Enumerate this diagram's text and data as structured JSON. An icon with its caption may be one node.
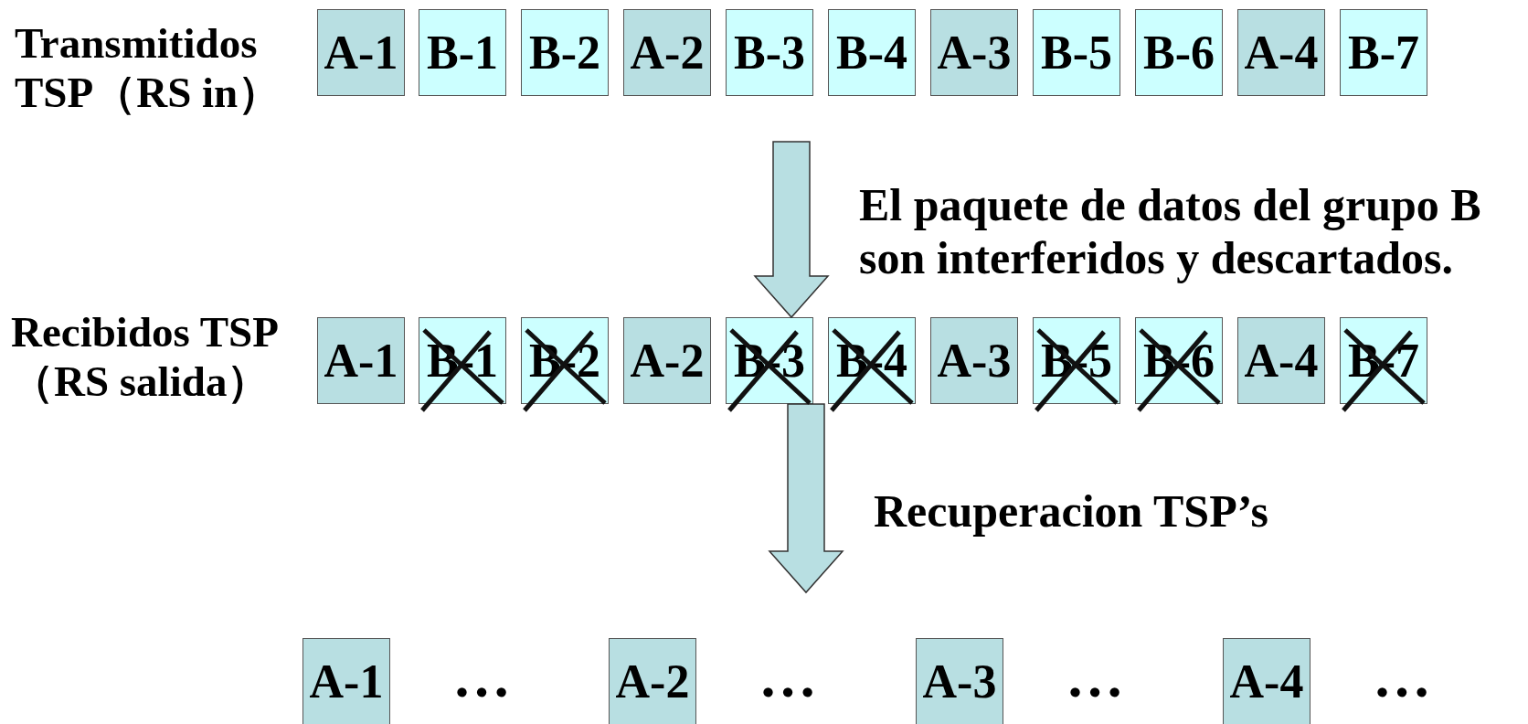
{
  "diagram": {
    "nodes": [
      {
        "text": [
          "A-1"
        ]
      },
      {
        "text": [
          "B-1"
        ]
      },
      {
        "text": [
          "B-2"
        ]
      },
      {
        "text": [
          "A-2"
        ]
      },
      {
        "text": [
          "B-3"
        ]
      },
      {
        "text": [
          "B-4"
        ]
      },
      {
        "text": [
          "A-3"
        ]
      },
      {
        "text": [
          "B-5"
        ]
      },
      {
        "text": [
          "B-6"
        ]
      },
      {
        "text": [
          "A-4"
        ]
      },
      {
        "text": [
          "B-7"
        ]
      },
      {
        "text": [
          "A-1"
        ]
      },
      {
        "text": [
          "B-1"
        ]
      },
      {
        "text": [
          "B-2"
        ]
      },
      {
        "text": [
          "A-2"
        ]
      },
      {
        "text": [
          "B-3"
        ]
      },
      {
        "text": [
          "B-4"
        ]
      },
      {
        "text": [
          "A-3"
        ]
      },
      {
        "text": [
          "B-5"
        ]
      },
      {
        "text": [
          "B-6"
        ]
      },
      {
        "text": [
          "A-4"
        ]
      },
      {
        "text": [
          "B-7"
        ]
      },
      {
        "text": [
          "A-1"
        ]
      },
      {
        "text": [
          "A-2"
        ]
      },
      {
        "text": [
          "A-3"
        ]
      },
      {
        "text": [
          "A-4"
        ]
      }
    ],
    "edges": [
      {
        "from": null,
        "to": 15,
        "arrow": "to",
        "label": "El paquete de datos del grupo B son interferidos y descartados."
      },
      {
        "from": 15,
        "to": null,
        "arrow": "to",
        "label": "Recuperacion TSP’s"
      }
    ],
    "labels": [
      "Transmitidos TSP（RS in）",
      "Recibidos TSP （RS salida）",
      "…",
      "…",
      "…",
      "…"
    ]
  }
}
